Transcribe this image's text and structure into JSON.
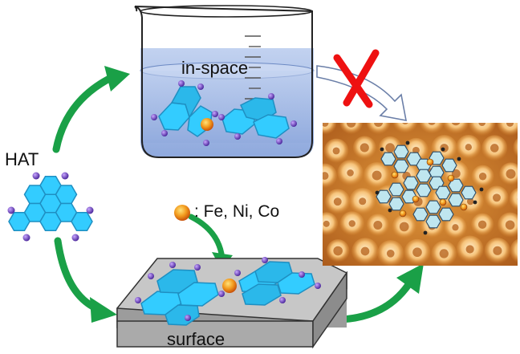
{
  "labels": {
    "hat": "HAT",
    "in_space": "in-space",
    "surface": "surface",
    "metals": ": Fe, Ni, Co"
  },
  "colors": {
    "hexagon": "#33ccff",
    "hexagon_dark": "#1f8fc2",
    "nitrogen_atom": "#7b4fc9",
    "metal_atom": "#f08a1a",
    "green_arrow": "#1aa047",
    "red_cross": "#ee1111",
    "solution": "#9fb8e6",
    "substrate_top": "#c7c7c7",
    "substrate_side": "#9c9c9c",
    "stm_background": "#c9771f"
  },
  "icons": [
    "beaker-icon",
    "hat-molecule-icon",
    "metal-atom-icon",
    "substrate-slab-icon",
    "stm-image-icon",
    "red-cross-icon",
    "process-arrow-icon"
  ]
}
